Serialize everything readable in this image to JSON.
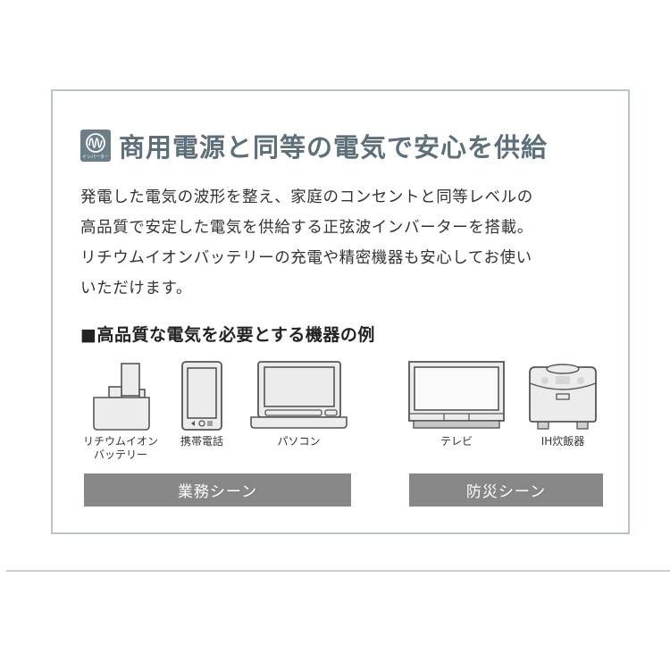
{
  "header": {
    "icon": "inverter-sine-wave-icon",
    "icon_label": "インバーター",
    "title": "商用電源と同等の電気で安心を供給"
  },
  "body": {
    "lines": [
      "発電した電気の波形を整え、家庭のコンセントと同等レベルの",
      "高品質で安定した電気を供給する正弦波インバーターを搭載。",
      "リチウムイオンバッテリーの充電や精密機器も安心してお使い",
      "いただけます。"
    ]
  },
  "examples": {
    "heading": "■高品質な電気を必要とする機器の例",
    "devices": [
      {
        "icon": "battery-charger-icon",
        "label_line1": "リチウムイオン",
        "label_line2": "バッテリー"
      },
      {
        "icon": "smartphone-icon",
        "label_line1": "携帯電話"
      },
      {
        "icon": "laptop-icon",
        "label_line1": "パソコン"
      },
      {
        "icon": "television-icon",
        "label_line1": "テレビ"
      },
      {
        "icon": "rice-cooker-icon",
        "label_line1": "IH炊飯器"
      }
    ]
  },
  "scenes": {
    "business": "業務シーン",
    "disaster": "防災シーン"
  },
  "colors": {
    "title": "#5d6f78",
    "frame_border": "#b7c6c4",
    "scene_button": "#878787"
  }
}
